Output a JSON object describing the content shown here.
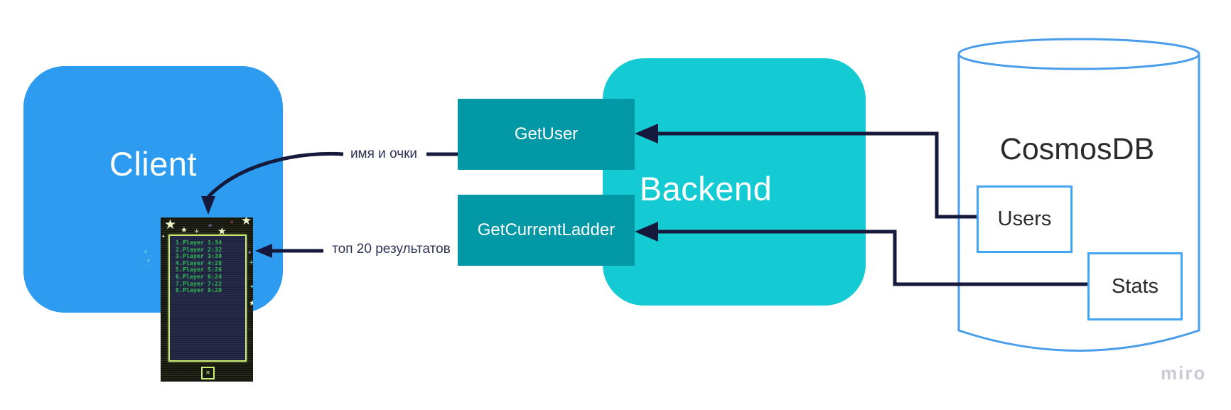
{
  "board": {
    "client": {
      "label": "Client"
    },
    "backend": {
      "label": "Backend"
    },
    "endpoints": [
      {
        "label": "GetUser"
      },
      {
        "label": "GetCurrentLadder"
      }
    ],
    "database": {
      "title": "CosmosDB",
      "containers": [
        {
          "label": "Users"
        },
        {
          "label": "Stats"
        }
      ]
    },
    "edges": [
      {
        "label": "имя и очки",
        "from": "GetUser",
        "to": "client-game-screen"
      },
      {
        "label": "топ 20 результатов",
        "from": "GetCurrentLadder",
        "to": "client-game-screen"
      }
    ],
    "watermark": "miro"
  },
  "game_screen": {
    "leaderboard": [
      "1.Player 1:34",
      "2.Player 2:32",
      "3.Player 3:30",
      "4.Player 4:28",
      "5.Player 5:26",
      "6.Player 6:24",
      "7.Player 7:22",
      "8.Player 8:20"
    ],
    "close_label": "✕"
  },
  "icons": {
    "star": "★",
    "sparkle": "✦",
    "glint": "✧",
    "plus": "+",
    "cross": "✕",
    "dot": "·"
  },
  "colors": {
    "client_fill": "#2D9BF0",
    "backend_fill": "#14CBD4",
    "endpoint_fill": "#0398A6",
    "connector": "#151A3C",
    "db_stroke": "#4A9DEB",
    "container_stroke": "#42A5F5",
    "label_text": "#2E3156",
    "dark_text": "#2B2B2B",
    "watermark_gray": "#C9CBD6",
    "leaderboard_green": "#32A855"
  }
}
